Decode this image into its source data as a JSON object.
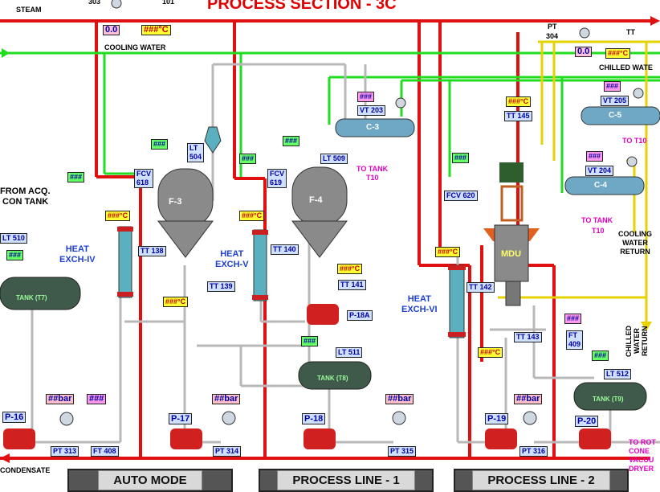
{
  "title": "PROCESS SECTION - 3C",
  "labels": {
    "steam": "STEAM",
    "cooling_water": "COOLING WATER",
    "chilled_water": "CHILLED WATE",
    "from_acq": "FROM ACQ.",
    "con_tank": "CON TANK",
    "condensate": "CONDENSATE",
    "to_tank_t10_1": "TO TANK",
    "t10_1": "T10",
    "to_tank_t10_2": "TO TANK",
    "t10_2": "T10",
    "to_t10": "TO T10",
    "cooling_water_return": "COOLING\nWATER\nRETURN",
    "chilled_water_return": "CHILLED\nWATER\nRETURN",
    "to_rot_cone": "TO ROT\nCONE\nVACUU\nDRYER",
    "hx4": "HEAT\nEXCH-IV",
    "hx5": "HEAT\nEXCH-V",
    "hx6": "HEAT\nEXCH-VI",
    "tank_t7": "TANK (T7)",
    "tank_t8": "TANK (T8)",
    "tank_t9": "TANK (T9)",
    "f3": "F-3",
    "f4": "F-4",
    "c3": "C-3",
    "c4": "C-4",
    "c5": "C-5",
    "mdu": "MDU"
  },
  "tags": {
    "pt303": "303",
    "pt101": "101",
    "pt304_top": "PT",
    "pt304": "304",
    "tt": "TT",
    "lt504": "LT\n504",
    "fcv618": "FCV\n618",
    "fcv619": "FCV\n619",
    "fcv620": "FCV 620",
    "lt509": "LT 509",
    "vt203": "VT 203",
    "vt204": "VT 204",
    "vt205": "VT 205",
    "tt145": "TT 145",
    "tt138": "TT 138",
    "tt139": "TT 139",
    "tt140": "TT 140",
    "tt141": "TT 141",
    "tt142": "TT 142",
    "tt143": "TT 143",
    "ft409": "FT\n409",
    "lt510": "LT 510",
    "lt511": "LT 511",
    "lt512": "LT 512",
    "p18a": "P-18A",
    "pt313": "PT 313",
    "ft408": "FT 408",
    "pt314": "PT 314",
    "pt315": "PT 315",
    "pt316": "PT 316",
    "p16": "P-16",
    "p17": "P-17",
    "p18": "P-18",
    "p19": "P-19",
    "p20": "P-20"
  },
  "indicators": {
    "cooling_flow": "0.0",
    "cooling_temp": "###°C",
    "chilled_flow": "0.0",
    "chilled_temp": "###°C",
    "hash": "###",
    "temp": "###°C",
    "bar": "##bar"
  },
  "buttons": {
    "auto_mode": "AUTO MODE",
    "process_line_1": "PROCESS LINE - 1",
    "process_line_2": "PROCESS LINE - 2"
  },
  "colors": {
    "steam": "#e01010",
    "cooling": "#20dd20",
    "chilled": "#e6d200",
    "process": "#b8b8b8"
  }
}
